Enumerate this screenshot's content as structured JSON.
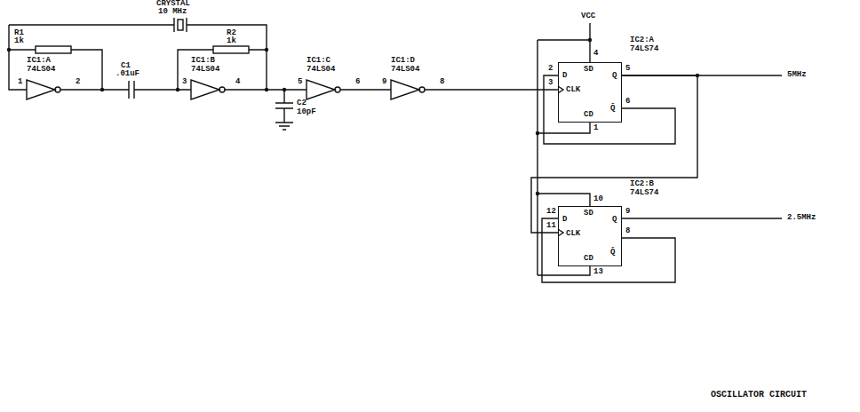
{
  "diagram": {
    "caption": "OSCILLATOR CIRCUIT",
    "nodes": [
      {
        "text": [
          "IC2:A",
          "74LS74",
          "D",
          "CLK",
          "SD",
          "CD",
          "Q",
          "Q̄"
        ]
      },
      {
        "text": [
          "IC2:B",
          "74LS74",
          "D",
          "CLK",
          "SD",
          "CD",
          "Q",
          "Q̄"
        ]
      }
    ],
    "edges": [
      {
        "from": 0,
        "to": 1,
        "arrow": "none"
      }
    ],
    "labels": [
      "CRYSTAL",
      "10 MHz",
      "R1",
      "1k",
      "R2",
      "1k",
      "IC1:A",
      "74LS04",
      "1",
      "2",
      "C1",
      ".01uF",
      "IC1:B",
      "74LS04",
      "3",
      "4",
      "C2",
      "10pF",
      "IC1:C",
      "74LS04",
      "5",
      "6",
      "IC1:D",
      "74LS04",
      "9",
      "8",
      "VCC",
      "2",
      "3",
      "5",
      "6",
      "4",
      "1",
      "5MHz",
      "12",
      "11",
      "9",
      "8",
      "10",
      "13",
      "2.5MHz"
    ]
  }
}
